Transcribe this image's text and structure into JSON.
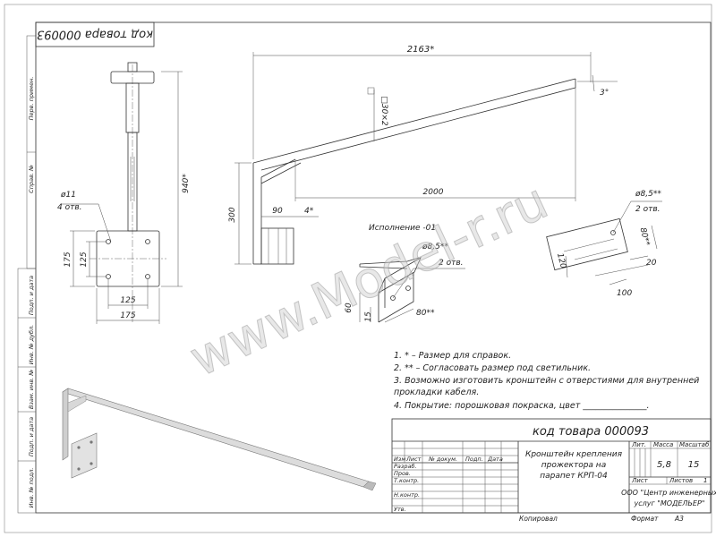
{
  "stamp_top": "код товара 000093",
  "side_strip": [
    "Перв. примен.",
    "Справ. №",
    "Подп. и дата",
    "Инв. № дубл.",
    "Взам. инв. №",
    "Подп. и дата",
    "Инв. № подл."
  ],
  "left_view": {
    "dia_hole": "ø11",
    "holes_count": "4 отв.",
    "height_total": "940*",
    "dim_175_v": "175",
    "dim_125_v": "125",
    "dim_125_h": "125",
    "dim_175_h": "175"
  },
  "main_view": {
    "len_total": "2163*",
    "profile": "□30×2",
    "len_2000": "2000",
    "angle": "3°",
    "height_300": "300",
    "dim_90": "90",
    "dim_4": "4*"
  },
  "variant": {
    "label": "Исполнение -01",
    "dia": "ø8,5**",
    "holes": "2 отв.",
    "dim_60": "60",
    "dim_15": "15",
    "dim_80": "80**"
  },
  "detail": {
    "dia": "ø8,5**",
    "holes": "2 отв.",
    "dim_80": "80**",
    "dim_120": "120",
    "dim_20": "20",
    "dim_100": "100"
  },
  "watermark": "www.Model-r.ru",
  "notes": [
    "1.  * – Размер для справок.",
    "2.  ** – Согласовать размер под светильник.",
    "3. Возможно изготовить кронштейн с отверстиями для внутренней",
    "прокладки кабеля.",
    "4.  Покрытие: порошковая покраска, цвет _______________."
  ],
  "title_block": {
    "code": "код товара 000093",
    "name_lines": [
      "Кронштейн крепления",
      "прожектора на",
      "парапет КРП-04"
    ],
    "head_lit": "Лит.",
    "head_mass": "Масса",
    "head_scale": "Масштаб",
    "mass": "5,8",
    "scale": "15",
    "sheet_label": "Лист",
    "sheets_label": "Листов",
    "sheets_count": "1",
    "company_1": "ООО \"Центр инженерных",
    "company_2": "услуг \"МОДЕЛЬЕР\"",
    "col_heads": [
      "Изм",
      "Лист",
      "№ докум.",
      "Подп.",
      "Дата"
    ],
    "roles": [
      "Разраб.",
      "Пров.",
      "Т.контр.",
      "",
      "Н.контр.",
      "Утв."
    ],
    "copied": "Копировал",
    "format": "Формат",
    "format_value": "A3"
  }
}
